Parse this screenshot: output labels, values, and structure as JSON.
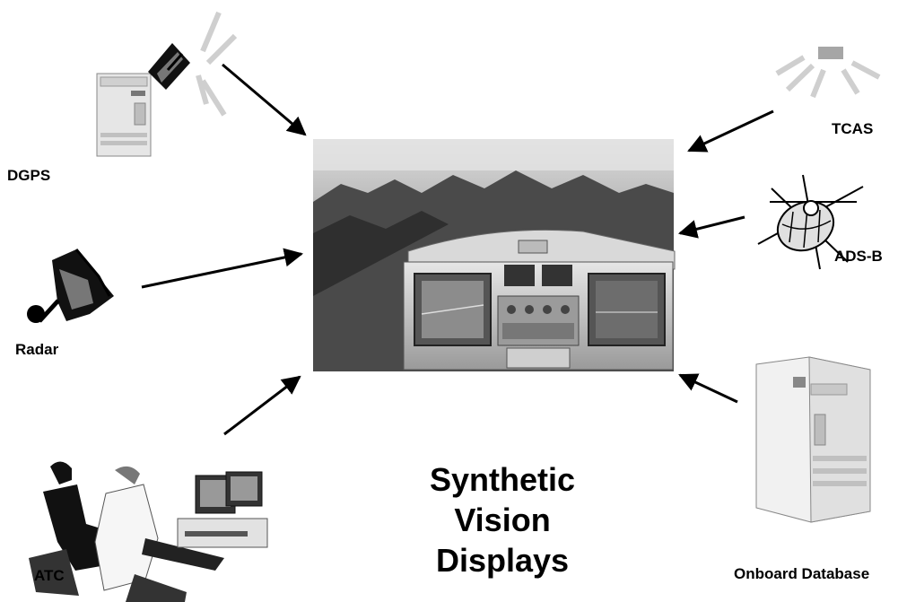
{
  "title": {
    "lines": [
      "Synthetic",
      "Vision",
      "Displays"
    ]
  },
  "sources": {
    "dgps": "DGPS",
    "radar": "Radar",
    "atc": "ATC",
    "tcas": "TCAS",
    "adsb": "ADS-B",
    "database": "Onboard Database"
  }
}
